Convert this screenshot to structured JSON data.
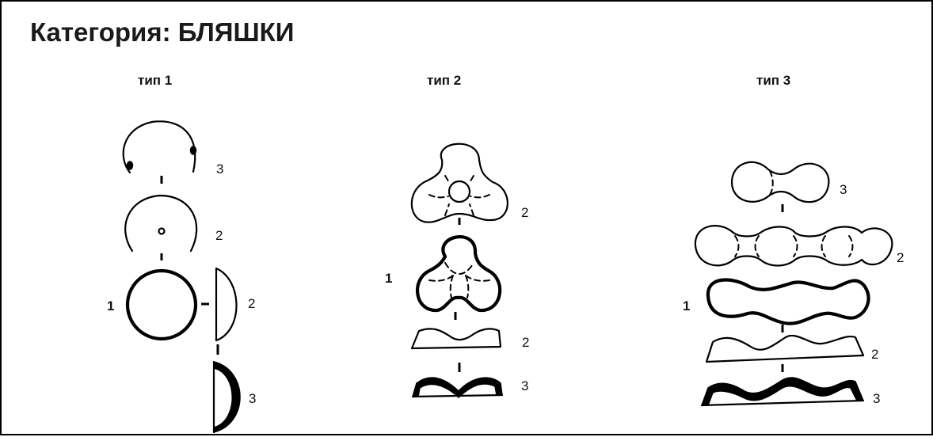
{
  "title": "Категория: БЛЯШКИ",
  "types": [
    {
      "heading": "тип 1",
      "view_labels": {
        "top": "3",
        "middle": "2",
        "main": "1",
        "side": "2",
        "bottom_side": "3"
      }
    },
    {
      "heading": "тип 2",
      "view_labels": {
        "top": "2",
        "main": "1",
        "side": "2",
        "bottom": "3"
      }
    },
    {
      "heading": "тип 3",
      "view_labels": {
        "top": "3",
        "upper": "2",
        "main": "1",
        "side": "2",
        "bottom": "3"
      }
    }
  ]
}
